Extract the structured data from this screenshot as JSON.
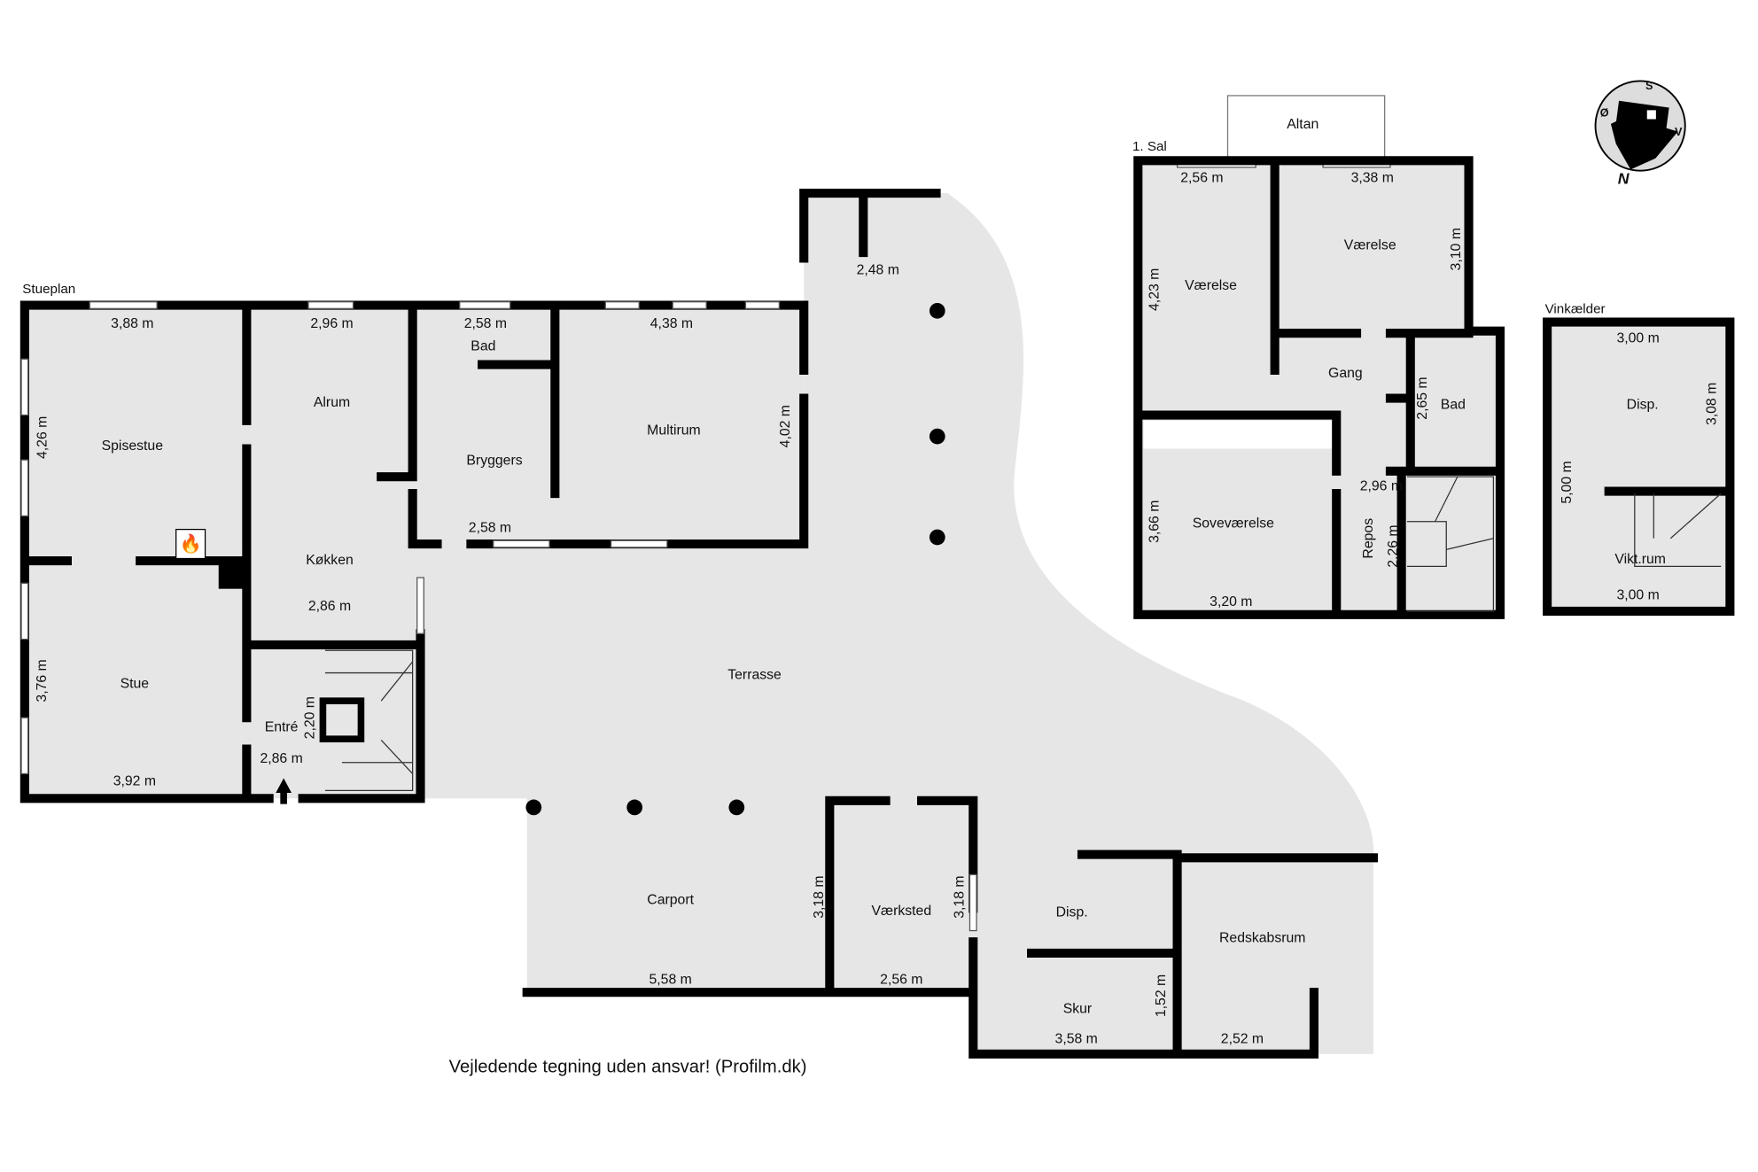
{
  "plans": {
    "ground": "Stueplan",
    "upper": "1. Sal",
    "cellar": "Vinkælder"
  },
  "rooms": {
    "spisestue": "Spisestue",
    "stue": "Stue",
    "alrum": "Alrum",
    "kokken": "Køkken",
    "entre": "Entré",
    "bad": "Bad",
    "bryggers": "Bryggers",
    "multirum": "Multirum",
    "terrasse": "Terrasse",
    "carport": "Carport",
    "vaerksted": "Værksted",
    "disp": "Disp.",
    "skur": "Skur",
    "redskabsrum": "Redskabsrum",
    "altan": "Altan",
    "vaerelse_left": "Værelse",
    "vaerelse_right": "Værelse",
    "gang": "Gang",
    "bad_upper": "Bad",
    "sovevaerelse": "Soveværelse",
    "repos": "Repos",
    "disp_cellar": "Disp.",
    "viktrum": "Vikt.rum"
  },
  "dimensions": {
    "ground": [
      "3,88 m",
      "4,26 m",
      "2,96 m",
      "2,58 m",
      "4,38 m",
      "4,02 m",
      "2,48 m",
      "2,58 m",
      "2,86 m",
      "3,76 m",
      "3,92 m",
      "2,20 m",
      "2,86 m",
      "3,18 m",
      "5,58 m",
      "3,18 m",
      "2,56 m",
      "1,52 m",
      "3,58 m",
      "2,52 m"
    ],
    "upper": [
      "2,56 m",
      "3,38 m",
      "4,23 m",
      "3,10 m",
      "2,65 m",
      "2,96 m",
      "2,26 m",
      "3,66 m",
      "3,20 m"
    ],
    "cellar": [
      "3,00 m",
      "3,08 m",
      "5,00 m",
      "3,00 m"
    ]
  },
  "compass": {
    "s": "S",
    "v": "V",
    "o": "Ø",
    "n": "N"
  },
  "disclaimer": "Vejledende tegning uden ansvar! (Profilm.dk)"
}
